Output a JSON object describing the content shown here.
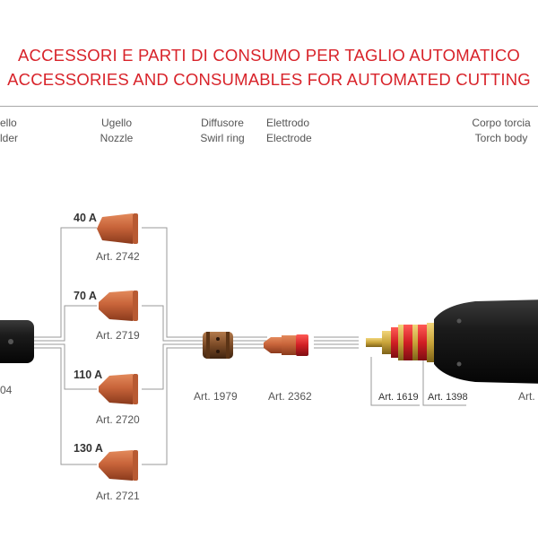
{
  "header": {
    "title_it": "ACCESSORI E PARTI DI CONSUMO PER TAGLIO AUTOMATICO",
    "title_en": "ACCESSORIES AND CONSUMABLES FOR AUTOMATED CUTTING"
  },
  "columns": {
    "holder_it": "ello",
    "holder_en": "lder",
    "nozzle_it": "Ugello",
    "nozzle_en": "Nozzle",
    "swirl_it": "Diffusore",
    "swirl_en": "Swirl ring",
    "electrode_it": "Elettrodo",
    "electrode_en": "Electrode",
    "body_it": "Corpo torcia",
    "body_en": "Torch body"
  },
  "nozzles": [
    {
      "amp": "40 A",
      "art": "Art. 2742"
    },
    {
      "amp": "70 A",
      "art": "Art. 2719"
    },
    {
      "amp": "110 A",
      "art": "Art. 2720"
    },
    {
      "amp": "130 A",
      "art": "Art. 2721"
    }
  ],
  "parts": {
    "holder_art": "04",
    "swirl_art": "Art. 1979",
    "electrode_art": "Art. 2362",
    "art_1619": "Art. 1619",
    "art_1398": "Art. 1398",
    "body_art": "Art."
  },
  "colors": {
    "title": "#d8232a",
    "copper": "#c8643a",
    "torch_body": "#1a1a1a",
    "insulator_red": "#cc1f24",
    "brass": "#c9a43a"
  }
}
